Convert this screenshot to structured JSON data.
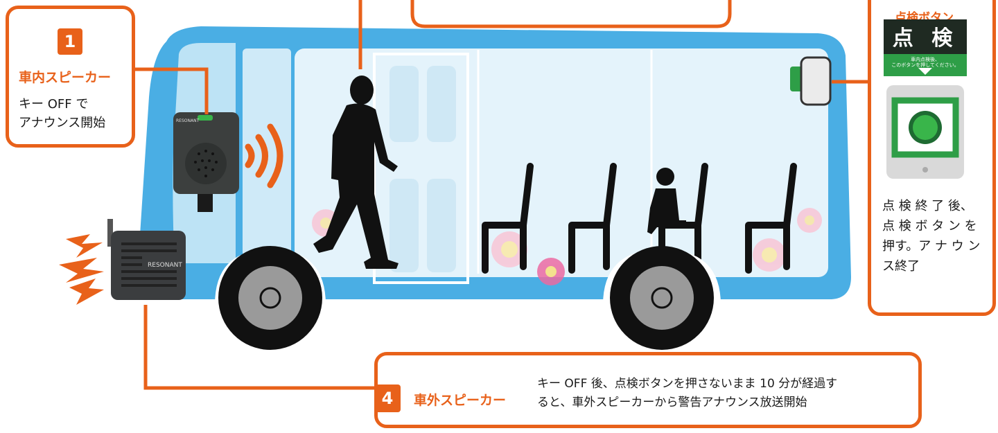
{
  "callout_1": {
    "number": "1",
    "title": "車内スピーカー",
    "text_lines": [
      "キー OFF で",
      "アナウンス開始"
    ]
  },
  "callout_button": {
    "title": "点検ボタン",
    "panel_label": "点 検",
    "panel_sub_lines": [
      "車内点検後、",
      "このボタンを押してください。"
    ],
    "text_lines": [
      "点 検 終 了 後、",
      "点 検 ボ タ ン を",
      "押す。ア ナ ウ ン",
      "ス終了"
    ]
  },
  "callout_4": {
    "number": "4",
    "title": "車外スピーカー",
    "text_lines": [
      "キー OFF 後、点検ボタンを押さないまま 10 分が経過す",
      "ると、車外スピーカーから警告アナウンス放送開始"
    ]
  },
  "speaker_brand": "RESONANT",
  "colors": {
    "accent": "#e8611a",
    "bus_body": "#4aaee4",
    "bus_window": "#d7eef9",
    "button_green": "#2e9e47",
    "tire": "#111111"
  }
}
